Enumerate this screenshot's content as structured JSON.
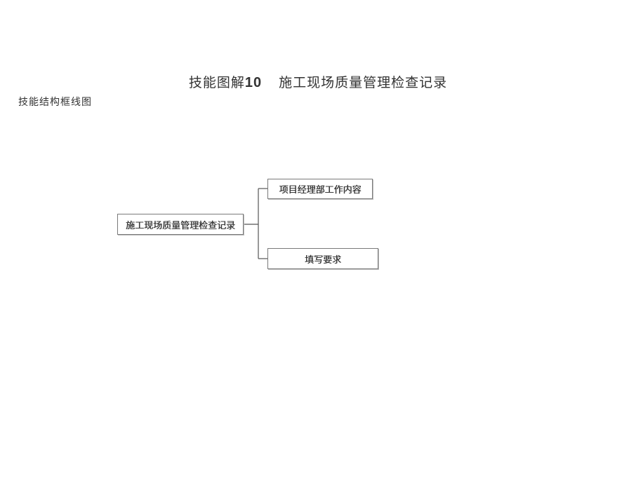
{
  "header": {
    "title_prefix": "技能图解",
    "title_number": "10",
    "title_main": "施工现场质量管理检查记录",
    "subtitle": "技能结构框线图"
  },
  "diagram": {
    "root": "施工现场质量管理检查记录",
    "children": [
      "项目经理部工作内容",
      "填写要求"
    ]
  }
}
